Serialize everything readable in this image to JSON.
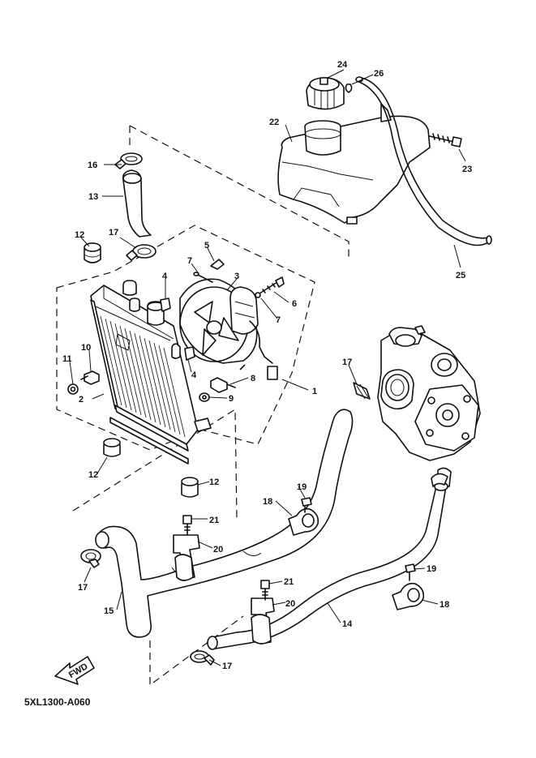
{
  "diagram_code": "5XL1300-A060",
  "direction_label": "FWD",
  "callouts": {
    "c1": "1",
    "c2": "2",
    "c3": "3",
    "c4a": "4",
    "c4b": "4",
    "c5": "5",
    "c6": "6",
    "c7a": "7",
    "c7b": "7",
    "c8": "8",
    "c9": "9",
    "c10": "10",
    "c11": "11",
    "c12a": "12",
    "c12b": "12",
    "c12c": "12",
    "c13": "13",
    "c14": "14",
    "c15": "15",
    "c16": "16",
    "c17a": "17",
    "c17b": "17",
    "c17c": "17",
    "c17d": "17",
    "c18a": "18",
    "c18b": "18",
    "c19a": "19",
    "c19b": "19",
    "c20a": "20",
    "c20b": "20",
    "c21a": "21",
    "c21b": "21",
    "c22": "22",
    "c23": "23",
    "c24": "24",
    "c25": "25",
    "c26": "26"
  }
}
